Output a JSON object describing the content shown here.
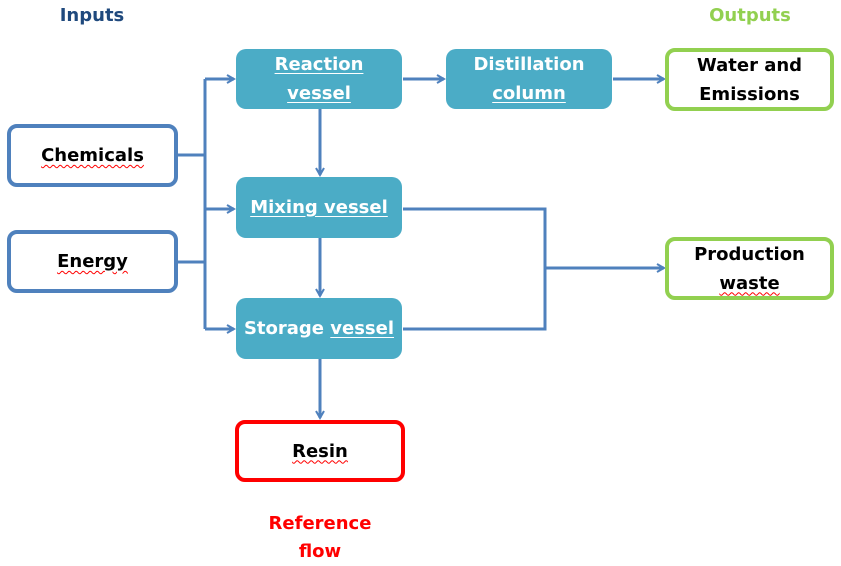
{
  "headings": {
    "inputs": "Inputs",
    "outputs": "Outputs",
    "reference_flow": "Reference\nflow"
  },
  "colors": {
    "inputs_heading": "#1f497d",
    "outputs_heading": "#92d050",
    "reference_heading": "#ff0000",
    "process_fill": "#4bacc6",
    "input_border": "#4f81bd",
    "output_border": "#92d050",
    "reference_border": "#ff0000",
    "arrow": "#4f81bd"
  },
  "inputs": [
    {
      "id": "chemicals",
      "label": "Chemicals"
    },
    {
      "id": "energy",
      "label": "Energy"
    }
  ],
  "processes": [
    {
      "id": "reaction-vessel",
      "line1": "Reaction",
      "line2": "vessel"
    },
    {
      "id": "distillation-column",
      "line1": "Distillation",
      "line2": "column"
    },
    {
      "id": "mixing-vessel",
      "line1": "Mixing vessel"
    },
    {
      "id": "storage-vessel",
      "line1": "Storage vessel"
    }
  ],
  "outputs": [
    {
      "id": "water-emissions",
      "line1": "Water and",
      "line2": "Emissions"
    },
    {
      "id": "production-waste",
      "line1": "Production",
      "line2": "waste"
    }
  ],
  "reference": {
    "id": "resin",
    "label": "Resin"
  },
  "edges": [
    {
      "from": "chemicals",
      "to": "reaction-vessel"
    },
    {
      "from": "chemicals",
      "to": "mixing-vessel"
    },
    {
      "from": "chemicals",
      "to": "storage-vessel"
    },
    {
      "from": "energy",
      "to": "reaction-vessel"
    },
    {
      "from": "energy",
      "to": "mixing-vessel"
    },
    {
      "from": "energy",
      "to": "storage-vessel"
    },
    {
      "from": "reaction-vessel",
      "to": "distillation-column"
    },
    {
      "from": "distillation-column",
      "to": "water-emissions"
    },
    {
      "from": "reaction-vessel",
      "to": "mixing-vessel"
    },
    {
      "from": "mixing-vessel",
      "to": "storage-vessel"
    },
    {
      "from": "mixing-vessel",
      "to": "production-waste"
    },
    {
      "from": "storage-vessel",
      "to": "production-waste"
    },
    {
      "from": "storage-vessel",
      "to": "resin"
    }
  ]
}
